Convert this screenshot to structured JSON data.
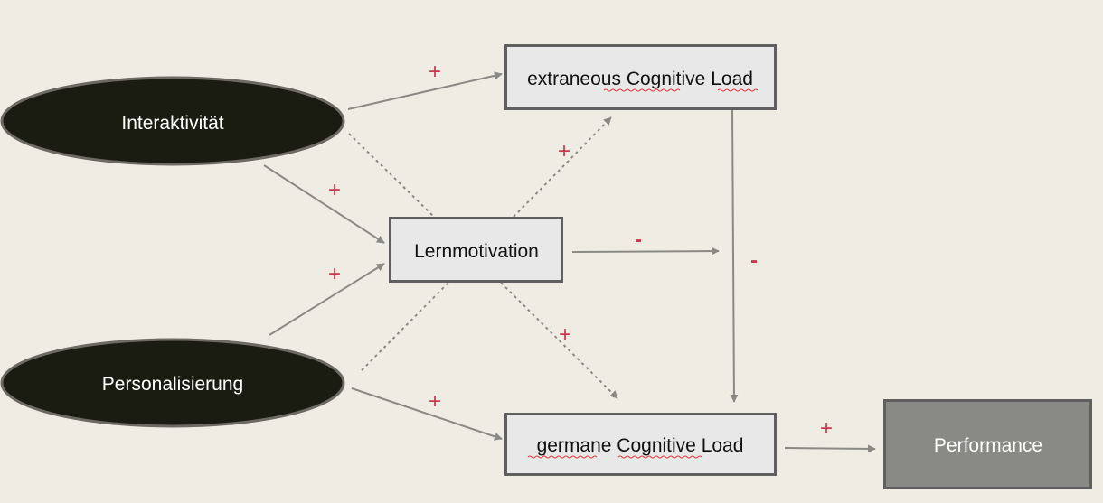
{
  "nodes": {
    "interaktivitaet": "Interaktivität",
    "personalisierung": "Personalisierung",
    "lernmotivation": "Lernmotivation",
    "extraneous": {
      "full": "extraneous Cognitive Load",
      "prefix": "extraneous ",
      "word_cognitive": "Cognitive",
      "middle": " ",
      "word_load": "Load"
    },
    "germane": {
      "full": "germane Cognitive Load",
      "word_germane": "germane",
      "space1": " ",
      "word_cognitive": "Cognitive",
      "suffix": " Load"
    },
    "performance": "Performance"
  },
  "signs": {
    "interaktivitaet_to_extraneous": "+",
    "interaktivitaet_to_lernmotivation": "+",
    "personalisierung_to_lernmotivation": "+",
    "lernmotivation_to_extraneous": "+",
    "lernmotivation_moderation": "-",
    "extraneous_to_germane": "-",
    "lernmotivation_to_germane": "+",
    "personalisierung_to_germane": "+",
    "germane_to_performance": "+"
  },
  "colors": {
    "background": "#efece4",
    "ellipse_fill": "#1b1c11",
    "ellipse_stroke": "#6d6a63",
    "box_fill": "#e8e8e8",
    "box_stroke": "#5f5f5f",
    "performance_fill": "#898985",
    "arrow": "#8a8a85",
    "sign": "#c8374d",
    "spellcheck_underline": "#d93b3b"
  }
}
